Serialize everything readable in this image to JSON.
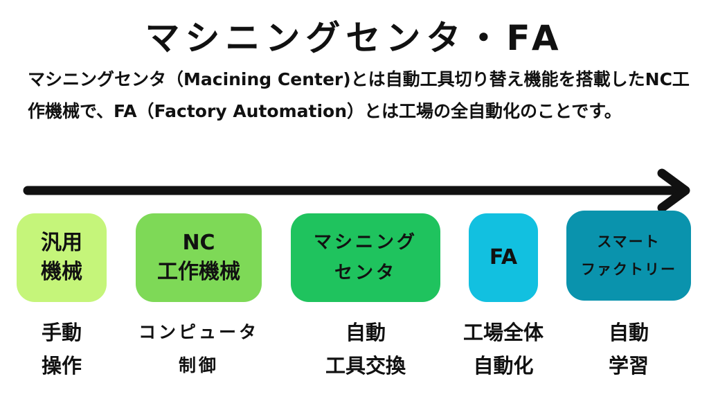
{
  "title": "マシニングセンタ・FA",
  "description": "マシニングセンタ（Macining Center)とは自動工具切り替え機能を搭載したNC工作機械で、FA（Factory Automation）とは工場の全自動化のことです。",
  "colors": {
    "arrow": "#111111",
    "stage_1": "#c5f57a",
    "stage_2": "#7ed957",
    "stage_3": "#1fc35e",
    "stage_4": "#12c0e0",
    "stage_5": "#0a93ad"
  },
  "stages": [
    {
      "label": "汎用\n機械",
      "caption": "手動\n操作"
    },
    {
      "label": "NC\n工作機械",
      "caption": "コンピュータ\n制御"
    },
    {
      "label": "マシニング\nセンタ",
      "caption": "自動\n工具交換"
    },
    {
      "label": "FA",
      "caption": "工場全体\n自動化"
    },
    {
      "label": "スマート\nファクトリー",
      "caption": "自動\n学習"
    }
  ]
}
